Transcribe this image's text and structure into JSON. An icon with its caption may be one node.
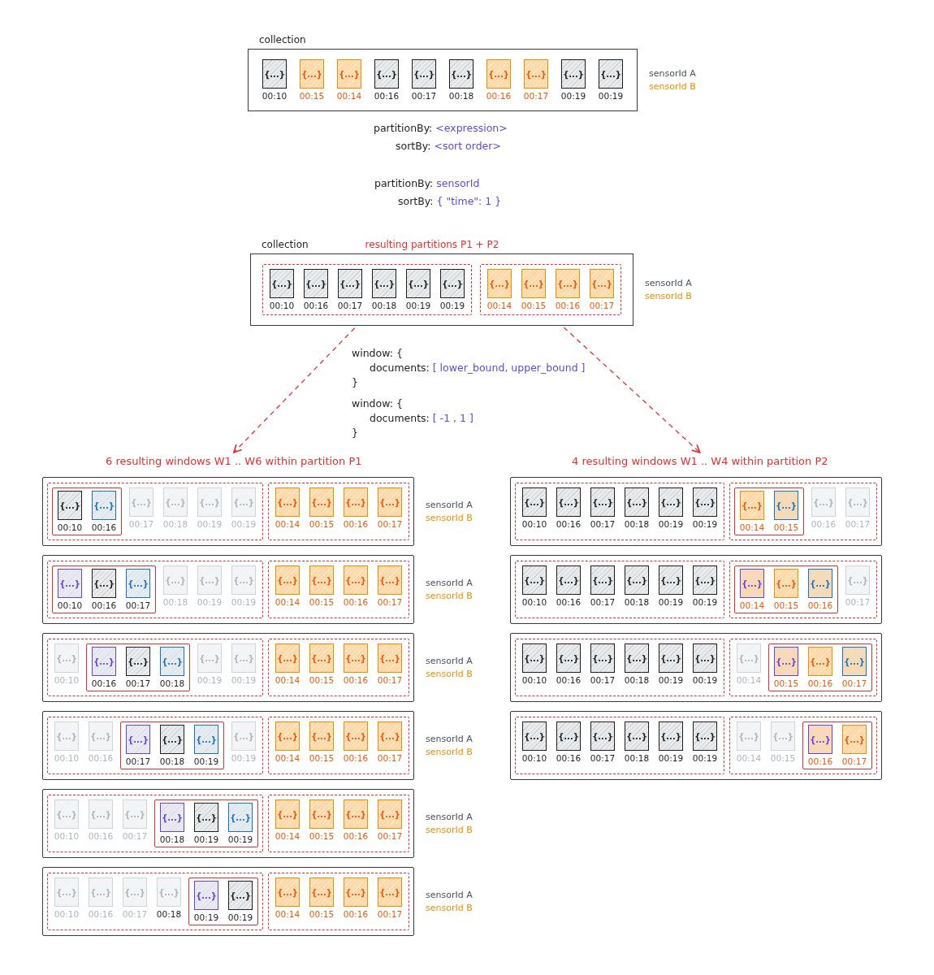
{
  "diagram": {
    "nodes": [
      {
        "text": [
          "collection"
        ],
        "beside": [
          "sensorId A",
          "sensorId B"
        ]
      },
      {
        "text": [
          "{...}"
        ],
        "beside": [
          "00:10"
        ],
        "in": 0
      },
      {
        "text": [
          "{...}"
        ],
        "beside": [
          "00:15"
        ],
        "in": 0
      },
      {
        "text": [
          "{...}"
        ],
        "beside": [
          "00:14"
        ],
        "in": 0
      },
      {
        "text": [
          "{...}"
        ],
        "beside": [
          "00:16"
        ],
        "in": 0
      },
      {
        "text": [
          "{...}"
        ],
        "beside": [
          "00:17"
        ],
        "in": 0
      },
      {
        "text": [
          "{...}"
        ],
        "beside": [
          "00:18"
        ],
        "in": 0
      },
      {
        "text": [
          "{...}"
        ],
        "beside": [
          "00:16"
        ],
        "in": 0
      },
      {
        "text": [
          "{...}"
        ],
        "beside": [
          "00:17"
        ],
        "in": 0
      },
      {
        "text": [
          "{...}"
        ],
        "beside": [
          "00:19"
        ],
        "in": 0
      },
      {
        "text": [
          "{...}"
        ],
        "beside": [
          "00:19"
        ],
        "in": 0
      },
      {
        "text": [
          "collection",
          "resulting partitions P1 + P2"
        ],
        "beside": [
          "sensorId A",
          "sensorId B"
        ]
      },
      {
        "text": [],
        "shape": "box",
        "in": 11
      },
      {
        "text": [
          "{...}"
        ],
        "beside": [
          "00:10"
        ],
        "in": 12
      },
      {
        "text": [
          "{...}"
        ],
        "beside": [
          "00:16"
        ],
        "in": 12
      },
      {
        "text": [
          "{...}"
        ],
        "beside": [
          "00:17"
        ],
        "in": 12
      },
      {
        "text": [
          "{...}"
        ],
        "beside": [
          "00:18"
        ],
        "in": 12
      },
      {
        "text": [
          "{...}"
        ],
        "beside": [
          "00:19"
        ],
        "in": 12
      },
      {
        "text": [
          "{...}"
        ],
        "beside": [
          "00:19"
        ],
        "in": 12
      },
      {
        "text": [],
        "shape": "box",
        "in": 11
      },
      {
        "text": [
          "{...}"
        ],
        "beside": [
          "00:14"
        ],
        "in": 19
      },
      {
        "text": [
          "{...}"
        ],
        "beside": [
          "00:15"
        ],
        "in": 19
      },
      {
        "text": [
          "{...}"
        ],
        "beside": [
          "00:16"
        ],
        "in": 19
      },
      {
        "text": [
          "{...}"
        ],
        "beside": [
          "00:17"
        ],
        "in": 19
      },
      {
        "text": [
          "6 resulting windows W1 .. W6 within partition P1"
        ]
      },
      {
        "text": [],
        "shape": "box",
        "beside": [
          "sensorId A",
          "sensorId B"
        ]
      },
      {
        "text": [],
        "shape": "box",
        "in": 25
      },
      {
        "text": [],
        "shape": "box",
        "in": 26
      },
      {
        "text": [
          "{...}"
        ],
        "beside": [
          "00:10"
        ],
        "in": 27
      },
      {
        "text": [
          "{...}"
        ],
        "beside": [
          "00:16"
        ],
        "in": 27
      },
      {
        "text": [
          "{...}"
        ],
        "beside": [
          "00:17"
        ],
        "in": 26
      },
      {
        "text": [
          "{...}"
        ],
        "beside": [
          "00:18"
        ],
        "in": 26
      },
      {
        "text": [
          "{...}"
        ],
        "beside": [
          "00:19"
        ],
        "in": 26
      },
      {
        "text": [
          "{...}"
        ],
        "beside": [
          "00:19"
        ],
        "in": 26
      },
      {
        "text": [],
        "shape": "box",
        "in": 25
      },
      {
        "text": [
          "{...}"
        ],
        "beside": [
          "00:14"
        ],
        "in": 34
      },
      {
        "text": [
          "{...}"
        ],
        "beside": [
          "00:15"
        ],
        "in": 34
      },
      {
        "text": [
          "{...}"
        ],
        "beside": [
          "00:16"
        ],
        "in": 34
      },
      {
        "text": [
          "{...}"
        ],
        "beside": [
          "00:17"
        ],
        "in": 34
      },
      {
        "text": [],
        "shape": "box",
        "beside": [
          "sensorId A",
          "sensorId B"
        ]
      },
      {
        "text": [],
        "shape": "box",
        "in": 39
      },
      {
        "text": [],
        "shape": "box",
        "in": 40
      },
      {
        "text": [
          "{...}"
        ],
        "beside": [
          "00:10"
        ],
        "in": 41
      },
      {
        "text": [
          "{...}"
        ],
        "beside": [
          "00:16"
        ],
        "in": 41
      },
      {
        "text": [
          "{...}"
        ],
        "beside": [
          "00:17"
        ],
        "in": 41
      },
      {
        "text": [
          "{...}"
        ],
        "beside": [
          "00:18"
        ],
        "in": 40
      },
      {
        "text": [
          "{...}"
        ],
        "beside": [
          "00:19"
        ],
        "in": 40
      },
      {
        "text": [
          "{...}"
        ],
        "beside": [
          "00:19"
        ],
        "in": 40
      },
      {
        "text": [],
        "shape": "box",
        "in": 39
      },
      {
        "text": [
          "{...}"
        ],
        "beside": [
          "00:14"
        ],
        "in": 48
      },
      {
        "text": [
          "{...}"
        ],
        "beside": [
          "00:15"
        ],
        "in": 48
      },
      {
        "text": [
          "{...}"
        ],
        "beside": [
          "00:16"
        ],
        "in": 48
      },
      {
        "text": [
          "{...}"
        ],
        "beside": [
          "00:17"
        ],
        "in": 48
      },
      {
        "text": [],
        "shape": "box",
        "beside": [
          "sensorId A",
          "sensorId B"
        ]
      },
      {
        "text": [],
        "shape": "box",
        "in": 53
      },
      {
        "text": [
          "{...}"
        ],
        "beside": [
          "00:10"
        ],
        "in": 54
      },
      {
        "text": [],
        "shape": "box",
        "in": 54
      },
      {
        "text": [
          "{...}"
        ],
        "beside": [
          "00:16"
        ],
        "in": 56
      },
      {
        "text": [
          "{...}"
        ],
        "beside": [
          "00:17"
        ],
        "in": 56
      },
      {
        "text": [
          "{...}"
        ],
        "beside": [
          "00:18"
        ],
        "in": 56
      },
      {
        "text": [
          "{...}"
        ],
        "beside": [
          "00:19"
        ],
        "in": 54
      },
      {
        "text": [
          "{...}"
        ],
        "beside": [
          "00:19"
        ],
        "in": 54
      },
      {
        "text": [],
        "shape": "box",
        "in": 53
      },
      {
        "text": [
          "{...}"
        ],
        "beside": [
          "00:14"
        ],
        "in": 62
      },
      {
        "text": [
          "{...}"
        ],
        "beside": [
          "00:15"
        ],
        "in": 62
      },
      {
        "text": [
          "{...}"
        ],
        "beside": [
          "00:16"
        ],
        "in": 62
      },
      {
        "text": [
          "{...}"
        ],
        "beside": [
          "00:17"
        ],
        "in": 62
      },
      {
        "text": [],
        "shape": "box",
        "beside": [
          "sensorId A",
          "sensorId B"
        ]
      },
      {
        "text": [],
        "shape": "box",
        "in": 67
      },
      {
        "text": [
          "{...}"
        ],
        "beside": [
          "00:10"
        ],
        "in": 68
      },
      {
        "text": [
          "{...}"
        ],
        "beside": [
          "00:16"
        ],
        "in": 68
      },
      {
        "text": [],
        "shape": "box",
        "in": 68
      },
      {
        "text": [
          "{...}"
        ],
        "beside": [
          "00:17"
        ],
        "in": 71
      },
      {
        "text": [
          "{...}"
        ],
        "beside": [
          "00:18"
        ],
        "in": 71
      },
      {
        "text": [
          "{...}"
        ],
        "beside": [
          "00:19"
        ],
        "in": 71
      },
      {
        "text": [
          "{...}"
        ],
        "beside": [
          "00:19"
        ],
        "in": 68
      },
      {
        "text": [],
        "shape": "box",
        "in": 67
      },
      {
        "text": [
          "{...}"
        ],
        "beside": [
          "00:14"
        ],
        "in": 76
      },
      {
        "text": [
          "{...}"
        ],
        "beside": [
          "00:15"
        ],
        "in": 76
      },
      {
        "text": [
          "{...}"
        ],
        "beside": [
          "00:16"
        ],
        "in": 76
      },
      {
        "text": [
          "{...}"
        ],
        "beside": [
          "00:17"
        ],
        "in": 76
      },
      {
        "text": [],
        "shape": "box",
        "beside": [
          "sensorId A",
          "sensorId B"
        ]
      },
      {
        "text": [],
        "shape": "box",
        "in": 81
      },
      {
        "text": [
          "{...}"
        ],
        "beside": [
          "00:10"
        ],
        "in": 82
      },
      {
        "text": [
          "{...}"
        ],
        "beside": [
          "00:16"
        ],
        "in": 82
      },
      {
        "text": [
          "{...}"
        ],
        "beside": [
          "00:17"
        ],
        "in": 82
      },
      {
        "text": [],
        "shape": "box",
        "in": 82
      },
      {
        "text": [
          "{...}"
        ],
        "beside": [
          "00:18"
        ],
        "in": 86
      },
      {
        "text": [
          "{...}"
        ],
        "beside": [
          "00:19"
        ],
        "in": 86
      },
      {
        "text": [
          "{...}"
        ],
        "beside": [
          "00:19"
        ],
        "in": 86
      },
      {
        "text": [],
        "shape": "box",
        "in": 81
      },
      {
        "text": [
          "{...}"
        ],
        "beside": [
          "00:14"
        ],
        "in": 90
      },
      {
        "text": [
          "{...}"
        ],
        "beside": [
          "00:15"
        ],
        "in": 90
      },
      {
        "text": [
          "{...}"
        ],
        "beside": [
          "00:16"
        ],
        "in": 90
      },
      {
        "text": [
          "{...}"
        ],
        "beside": [
          "00:17"
        ],
        "in": 90
      },
      {
        "text": [],
        "shape": "box",
        "beside": [
          "sensorId A",
          "sensorId B"
        ]
      },
      {
        "text": [],
        "shape": "box",
        "in": 95
      },
      {
        "text": [
          "{...}"
        ],
        "beside": [
          "00:10"
        ],
        "in": 96
      },
      {
        "text": [
          "{...}"
        ],
        "beside": [
          "00:16"
        ],
        "in": 96
      },
      {
        "text": [
          "{...}"
        ],
        "beside": [
          "00:17"
        ],
        "in": 96
      },
      {
        "text": [
          "{...}"
        ],
        "beside": [
          "00:18"
        ],
        "in": 96
      },
      {
        "text": [],
        "shape": "box",
        "in": 96
      },
      {
        "text": [
          "{...}"
        ],
        "beside": [
          "00:19"
        ],
        "in": 101
      },
      {
        "text": [
          "{...}"
        ],
        "beside": [
          "00:19"
        ],
        "in": 101
      },
      {
        "text": [],
        "shape": "box",
        "in": 95
      },
      {
        "text": [
          "{...}"
        ],
        "beside": [
          "00:14"
        ],
        "in": 104
      },
      {
        "text": [
          "{...}"
        ],
        "beside": [
          "00:15"
        ],
        "in": 104
      },
      {
        "text": [
          "{...}"
        ],
        "beside": [
          "00:16"
        ],
        "in": 104
      },
      {
        "text": [
          "{...}"
        ],
        "beside": [
          "00:17"
        ],
        "in": 104
      },
      {
        "text": [
          "4 resulting windows W1 .. W4 within partition P2"
        ]
      },
      {
        "text": [],
        "shape": "box"
      },
      {
        "text": [],
        "shape": "box",
        "in": 110
      },
      {
        "text": [
          "{...}"
        ],
        "beside": [
          "00:10"
        ],
        "in": 111
      },
      {
        "text": [
          "{...}"
        ],
        "beside": [
          "00:16"
        ],
        "in": 111
      },
      {
        "text": [
          "{...}"
        ],
        "beside": [
          "00:17"
        ],
        "in": 111
      },
      {
        "text": [
          "{...}"
        ],
        "beside": [
          "00:18"
        ],
        "in": 111
      },
      {
        "text": [
          "{...}"
        ],
        "beside": [
          "00:19"
        ],
        "in": 111
      },
      {
        "text": [
          "{...}"
        ],
        "beside": [
          "00:19"
        ],
        "in": 111
      },
      {
        "text": [],
        "shape": "box",
        "in": 110
      },
      {
        "text": [],
        "shape": "box",
        "in": 118
      },
      {
        "text": [
          "{...}"
        ],
        "beside": [
          "00:14"
        ],
        "in": 119
      },
      {
        "text": [
          "{...}"
        ],
        "beside": [
          "00:15"
        ],
        "in": 119
      },
      {
        "text": [
          "{...}"
        ],
        "beside": [
          "00:16"
        ],
        "in": 118
      },
      {
        "text": [
          "{...}"
        ],
        "beside": [
          "00:17"
        ],
        "in": 118
      },
      {
        "text": [],
        "shape": "box"
      },
      {
        "text": [],
        "shape": "box",
        "in": 124
      },
      {
        "text": [
          "{...}"
        ],
        "beside": [
          "00:10"
        ],
        "in": 125
      },
      {
        "text": [
          "{...}"
        ],
        "beside": [
          "00:16"
        ],
        "in": 125
      },
      {
        "text": [
          "{...}"
        ],
        "beside": [
          "00:17"
        ],
        "in": 125
      },
      {
        "text": [
          "{...}"
        ],
        "beside": [
          "00:18"
        ],
        "in": 125
      },
      {
        "text": [
          "{...}"
        ],
        "beside": [
          "00:19"
        ],
        "in": 125
      },
      {
        "text": [
          "{...}"
        ],
        "beside": [
          "00:19"
        ],
        "in": 125
      },
      {
        "text": [],
        "shape": "box",
        "in": 124
      },
      {
        "text": [],
        "shape": "box",
        "in": 132
      },
      {
        "text": [
          "{...}"
        ],
        "beside": [
          "00:14"
        ],
        "in": 133
      },
      {
        "text": [
          "{...}"
        ],
        "beside": [
          "00:15"
        ],
        "in": 133
      },
      {
        "text": [
          "{...}"
        ],
        "beside": [
          "00:16"
        ],
        "in": 133
      },
      {
        "text": [
          "{...}"
        ],
        "beside": [
          "00:17"
        ],
        "in": 132
      },
      {
        "text": [],
        "shape": "box"
      },
      {
        "text": [],
        "shape": "box",
        "in": 138
      },
      {
        "text": [
          "{...}"
        ],
        "beside": [
          "00:10"
        ],
        "in": 139
      },
      {
        "text": [
          "{...}"
        ],
        "beside": [
          "00:16"
        ],
        "in": 139
      },
      {
        "text": [
          "{...}"
        ],
        "beside": [
          "00:17"
        ],
        "in": 139
      },
      {
        "text": [
          "{...}"
        ],
        "beside": [
          "00:18"
        ],
        "in": 139
      },
      {
        "text": [
          "{...}"
        ],
        "beside": [
          "00:19"
        ],
        "in": 139
      },
      {
        "text": [
          "{...}"
        ],
        "beside": [
          "00:19"
        ],
        "in": 139
      },
      {
        "text": [],
        "shape": "box",
        "in": 138
      },
      {
        "text": [
          "{...}"
        ],
        "beside": [
          "00:14"
        ],
        "in": 146
      },
      {
        "text": [],
        "shape": "box",
        "in": 146
      },
      {
        "text": [
          "{...}"
        ],
        "beside": [
          "00:15"
        ],
        "in": 148
      },
      {
        "text": [
          "{...}"
        ],
        "beside": [
          "00:16"
        ],
        "in": 148
      },
      {
        "text": [
          "{...}"
        ],
        "beside": [
          "00:17"
        ],
        "in": 148
      },
      {
        "text": [],
        "shape": "box"
      },
      {
        "text": [],
        "shape": "box",
        "in": 152
      },
      {
        "text": [
          "{...}"
        ],
        "beside": [
          "00:10"
        ],
        "in": 153
      },
      {
        "text": [
          "{...}"
        ],
        "beside": [
          "00:16"
        ],
        "in": 153
      },
      {
        "text": [
          "{...}"
        ],
        "beside": [
          "00:17"
        ],
        "in": 153
      },
      {
        "text": [
          "{...}"
        ],
        "beside": [
          "00:18"
        ],
        "in": 153
      },
      {
        "text": [
          "{...}"
        ],
        "beside": [
          "00:19"
        ],
        "in": 153
      },
      {
        "text": [
          "{...}"
        ],
        "beside": [
          "00:19"
        ],
        "in": 153
      },
      {
        "text": [],
        "shape": "box",
        "in": 152
      },
      {
        "text": [
          "{...}"
        ],
        "beside": [
          "00:14"
        ],
        "in": 160
      },
      {
        "text": [
          "{...}"
        ],
        "beside": [
          "00:15"
        ],
        "in": 160
      },
      {
        "text": [],
        "shape": "box",
        "in": 160
      },
      {
        "text": [
          "{...}"
        ],
        "beside": [
          "00:16"
        ],
        "in": 163
      },
      {
        "text": [
          "{...}"
        ],
        "beside": [
          "00:17"
        ],
        "in": 163
      }
    ],
    "edges": [
      {
        "from": 12,
        "to": 24,
        "arrow": "to",
        "style": "dashed",
        "color": "#e03131"
      },
      {
        "from": 19,
        "to": 109,
        "arrow": "to",
        "style": "dashed",
        "color": "#e03131"
      }
    ],
    "labels": [
      "partitionBy: <expression>",
      "sortBy: <sort order>",
      "partitionBy: sensorId",
      "sortBy: { \"time\": 1 }",
      "window: {",
      "documents: [ lower_bound, upper_bound ]",
      "}",
      "window: {",
      "documents: [ -1 , 1 ]",
      "}"
    ]
  }
}
